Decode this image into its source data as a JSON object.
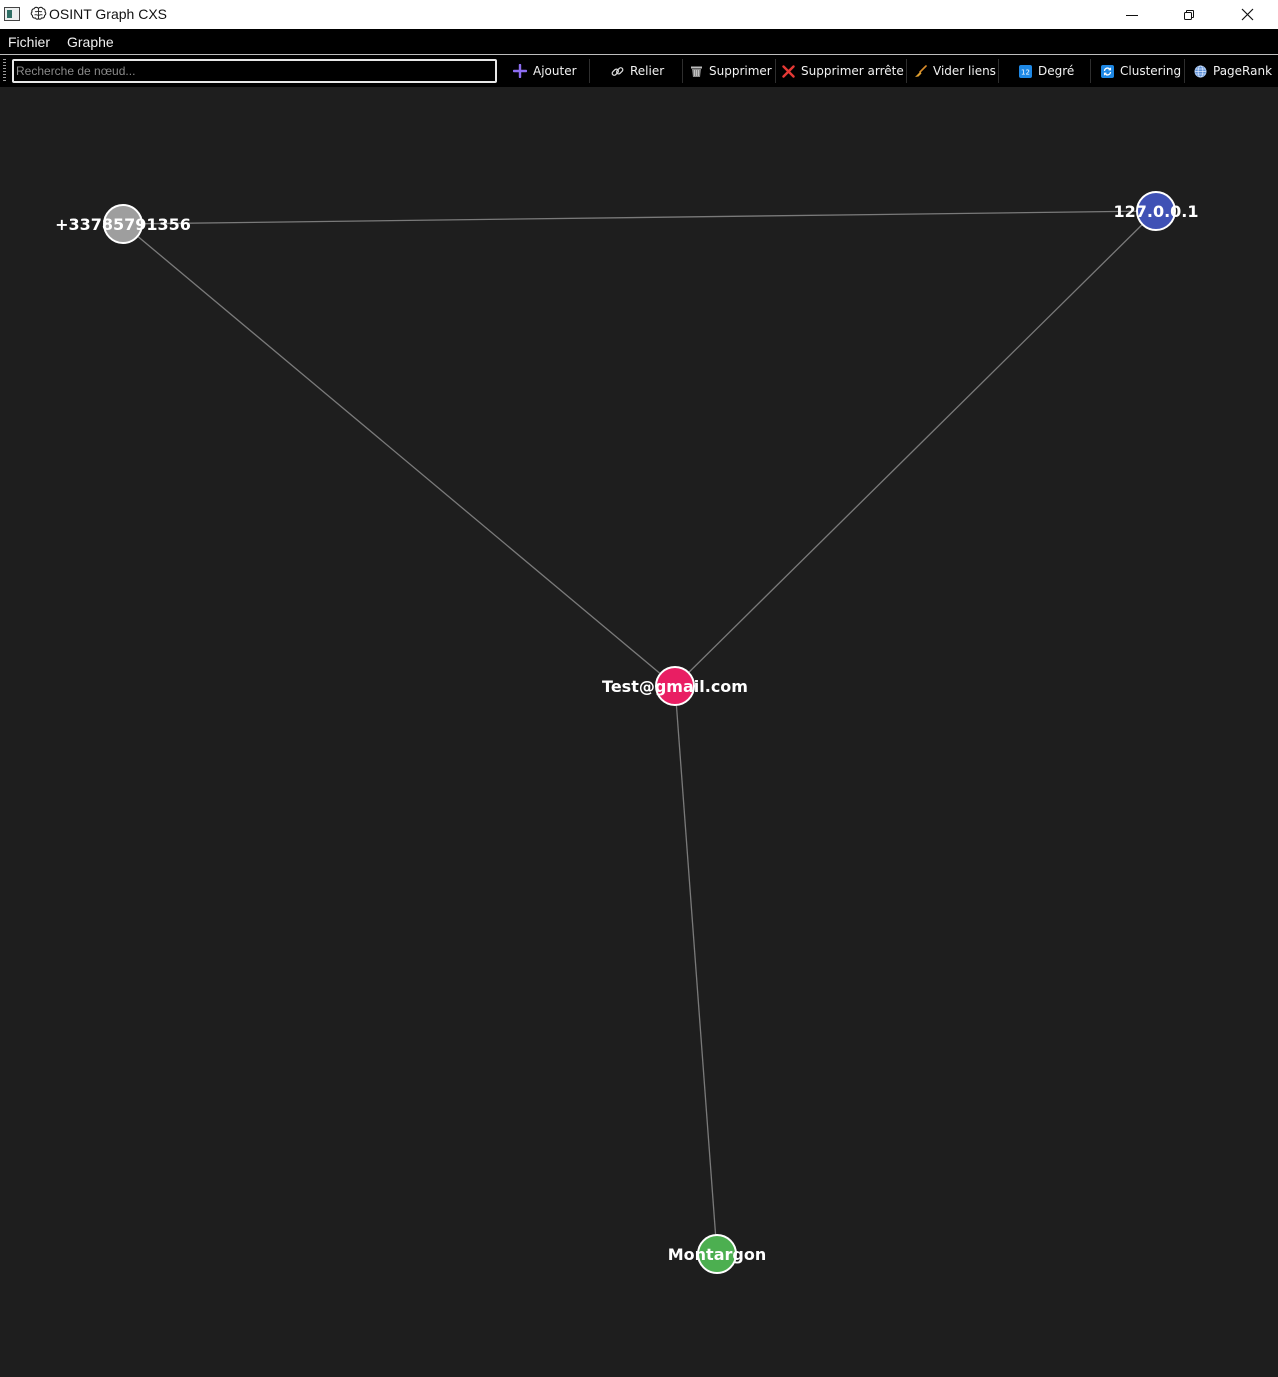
{
  "window": {
    "title": "OSINT Graph CXS"
  },
  "menu": {
    "items": [
      "Fichier",
      "Graphe"
    ]
  },
  "toolbar": {
    "search_placeholder": "Recherche de nœud...",
    "buttons": [
      {
        "label": "Ajouter",
        "icon": "plus-icon"
      },
      {
        "label": "Relier",
        "icon": "link-icon"
      },
      {
        "label": "Supprimer",
        "icon": "trash-icon"
      },
      {
        "label": "Supprimer arrête",
        "icon": "red-x-icon"
      },
      {
        "label": "Vider liens",
        "icon": "broom-icon"
      },
      {
        "label": "Degré",
        "icon": "degree-icon"
      },
      {
        "label": "Clustering",
        "icon": "clustering-icon"
      },
      {
        "label": "PageRank",
        "icon": "globe-icon"
      }
    ]
  },
  "graph": {
    "nodes": [
      {
        "id": "phone",
        "label": "+33785791356",
        "color": "#9e9e9e"
      },
      {
        "id": "ip",
        "label": "127.0.0.1",
        "color": "#3f51b5"
      },
      {
        "id": "email",
        "label": "Test@gmail.com",
        "color": "#e91e63"
      },
      {
        "id": "city",
        "label": "Montargon",
        "color": "#4caf50"
      }
    ],
    "edges": [
      {
        "from": "phone",
        "to": "ip"
      },
      {
        "from": "phone",
        "to": "email"
      },
      {
        "from": "ip",
        "to": "email"
      },
      {
        "from": "email",
        "to": "city"
      }
    ],
    "edge_color": "#7a7a7a",
    "node_stroke": "#ffffff"
  }
}
